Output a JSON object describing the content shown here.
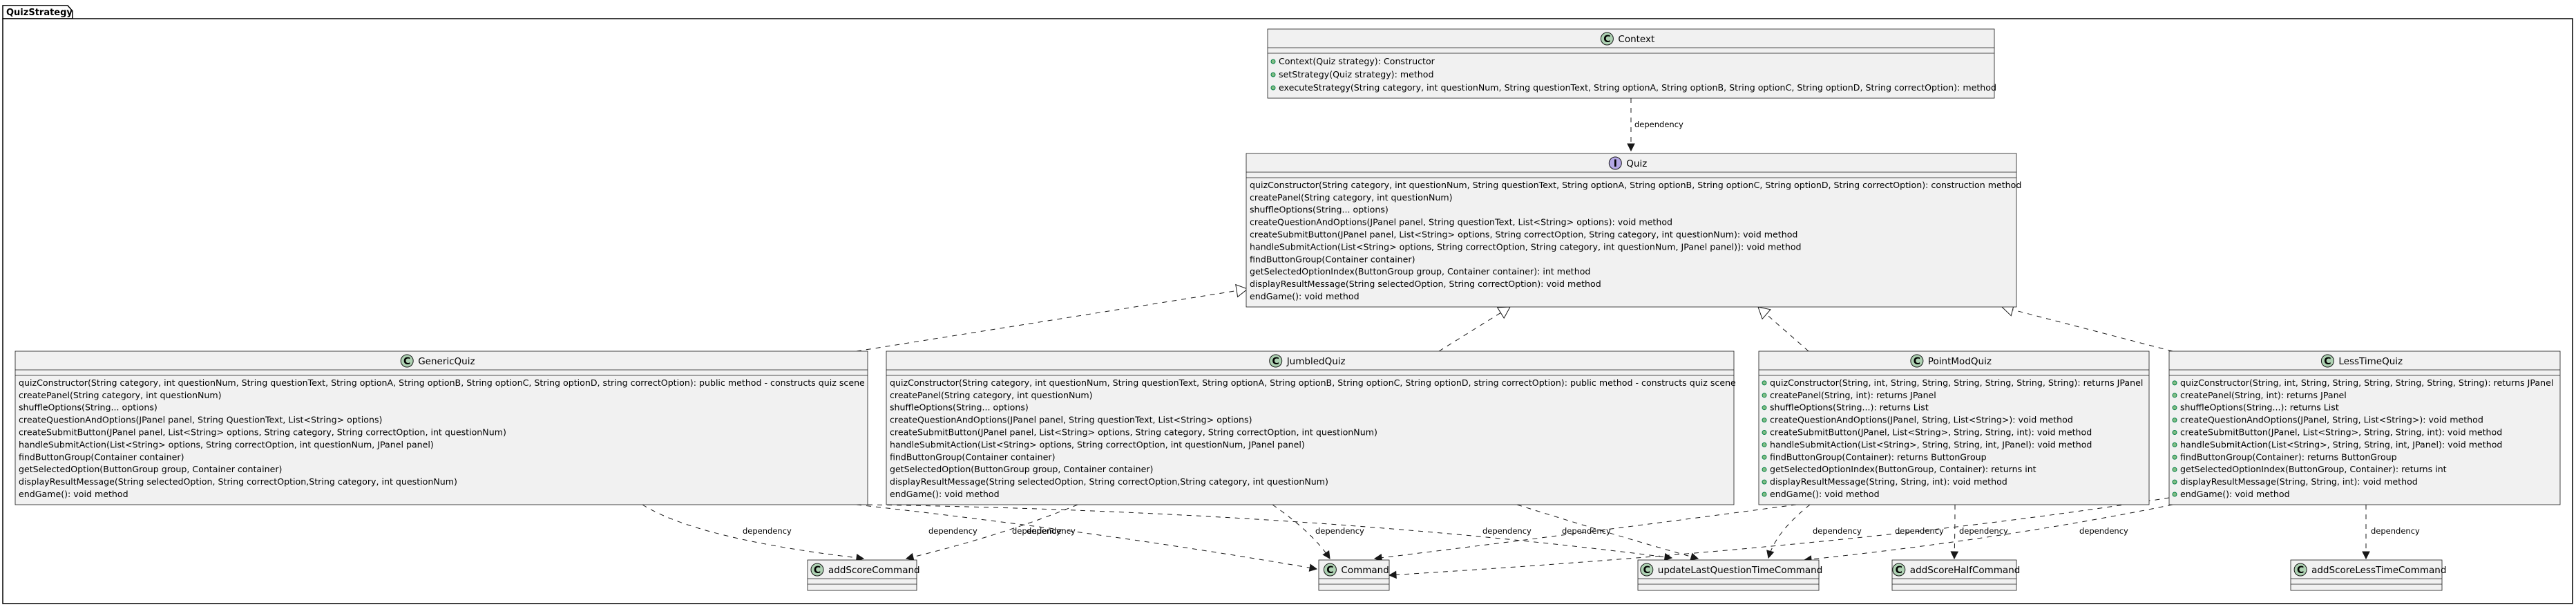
{
  "package": {
    "name": "QuizStrategy"
  },
  "nodes": {
    "context": {
      "kind": "C",
      "name": "Context",
      "members": [
        "Context(Quiz strategy): Constructor",
        "setStrategy(Quiz strategy): method",
        "executeStrategy(String category, int questionNum, String questionText, String optionA, String optionB, String optionC, String optionD, String correctOption): method"
      ],
      "visibility_markers": true
    },
    "quiz": {
      "kind": "I",
      "name": "Quiz",
      "members": [
        "quizConstructor(String category, int questionNum, String questionText, String optionA, String optionB, String optionC, String optionD, String correctOption): construction method",
        "createPanel(String category, int questionNum)",
        "shuffleOptions(String... options)",
        "createQuestionAndOptions(JPanel panel, String questionText, List<String> options): void method",
        "createSubmitButton(JPanel panel, List<String> options, String correctOption, String category, int questionNum): void method",
        "handleSubmitAction(List<String> options, String correctOption, String category, int questionNum, JPanel panel)): void method",
        "findButtonGroup(Container container)",
        "getSelectedOptionIndex(ButtonGroup group, Container container): int method",
        "displayResultMessage(String selectedOption, String correctOption): void method",
        "endGame(): void method"
      ],
      "visibility_markers": false
    },
    "generic": {
      "kind": "C",
      "name": "GenericQuiz",
      "members": [
        "quizConstructor(String category, int questionNum, String questionText, String optionA, String optionB, String optionC, String optionD, string correctOption): public method - constructs quiz scene",
        "createPanel(String category, int questionNum)",
        "shuffleOptions(String... options)",
        "createQuestionAndOptions(JPanel panel, String QuestionText, List<String> options)",
        "createSubmitButton(JPanel panel, List<String> options, String category, String correctOption, int questionNum)",
        "handleSubmitAction(List<String> options, String correctOption, int questionNum, JPanel panel)",
        "findButtonGroup(Container container)",
        "getSelectedOption(ButtonGroup group, Container container)",
        "displayResultMessage(String selectedOption,  String correctOption,String category, int questionNum)",
        "endGame(): void method"
      ],
      "visibility_markers": false
    },
    "jumbled": {
      "kind": "C",
      "name": "JumbledQuiz",
      "members": [
        "quizConstructor(String category, int questionNum, String questionText, String optionA, String optionB, String optionC, String optionD, string correctOption): public method - constructs quiz scene",
        "createPanel(String category, int questionNum)",
        "shuffleOptions(String... options)",
        "createQuestionAndOptions(JPanel panel, String questionText, List<String> options)",
        "createSubmitButton(JPanel panel, List<String> options, String category, String correctOption, int questionNum)",
        "handleSubmitAction(List<String> options, String correctOption, int questionNum, JPanel panel)",
        "findButtonGroup(Container container)",
        "getSelectedOption(ButtonGroup group, Container container)",
        "displayResultMessage(String selectedOption,  String correctOption,String category, int questionNum)",
        "endGame(): void method"
      ],
      "visibility_markers": false
    },
    "pointmod": {
      "kind": "C",
      "name": "PointModQuiz",
      "members": [
        "quizConstructor(String, int, String, String, String, String, String, String): returns JPanel",
        "createPanel(String, int): returns JPanel",
        "shuffleOptions(String...): returns List",
        "createQuestionAndOptions(JPanel, String, List<String>): void method",
        "createSubmitButton(JPanel, List<String>, String, String, int): void method",
        "handleSubmitAction(List<String>, String, String, int, JPanel): void method",
        "findButtonGroup(Container): returns ButtonGroup",
        "getSelectedOptionIndex(ButtonGroup, Container): returns int",
        "displayResultMessage(String, String, int): void method",
        "endGame(): void method"
      ],
      "visibility_markers": true
    },
    "lesstime": {
      "kind": "C",
      "name": "LessTimeQuiz",
      "members": [
        "quizConstructor(String, int, String, String, String, String, String, String): returns JPanel",
        "createPanel(String, int): returns JPanel",
        "shuffleOptions(String...): returns List",
        "createQuestionAndOptions(JPanel, String, List<String>): void method",
        "createSubmitButton(JPanel, List<String>, String, String, int): void method",
        "handleSubmitAction(List<String>, String, String, int, JPanel): void method",
        "findButtonGroup(Container): returns ButtonGroup",
        "getSelectedOptionIndex(ButtonGroup, Container): returns int",
        "displayResultMessage(String, String, int): void method",
        "endGame(): void method"
      ],
      "visibility_markers": true
    },
    "addScore": {
      "kind": "C",
      "name": "addScoreCommand",
      "members": [],
      "visibility_markers": false
    },
    "command": {
      "kind": "C",
      "name": "Command",
      "members": [],
      "visibility_markers": false
    },
    "updateLast": {
      "kind": "C",
      "name": "updateLastQuestionTimeCommand",
      "members": [],
      "visibility_markers": false
    },
    "addHalf": {
      "kind": "C",
      "name": "addScoreHalfCommand",
      "members": [],
      "visibility_markers": false
    },
    "addLess": {
      "kind": "C",
      "name": "addScoreLessTimeCommand",
      "members": [],
      "visibility_markers": false
    }
  },
  "edges": [
    {
      "from": "context",
      "to": "quiz",
      "kind": "dependency",
      "label": "dependency"
    },
    {
      "from": "generic",
      "to": "quiz",
      "kind": "realization",
      "label": ""
    },
    {
      "from": "jumbled",
      "to": "quiz",
      "kind": "realization",
      "label": ""
    },
    {
      "from": "pointmod",
      "to": "quiz",
      "kind": "realization",
      "label": ""
    },
    {
      "from": "lesstime",
      "to": "quiz",
      "kind": "realization",
      "label": ""
    },
    {
      "from": "generic",
      "to": "addScore",
      "kind": "dependency",
      "label": "dependency"
    },
    {
      "from": "generic",
      "to": "command",
      "kind": "dependency",
      "label": "dependency"
    },
    {
      "from": "generic",
      "to": "updateLast",
      "kind": "dependency",
      "label": "dependency"
    },
    {
      "from": "jumbled",
      "to": "addScore",
      "kind": "dependency",
      "label": "dependency"
    },
    {
      "from": "jumbled",
      "to": "command",
      "kind": "dependency",
      "label": "dependency"
    },
    {
      "from": "jumbled",
      "to": "updateLast",
      "kind": "dependency",
      "label": "dependency"
    },
    {
      "from": "pointmod",
      "to": "command",
      "kind": "dependency",
      "label": "dependency"
    },
    {
      "from": "pointmod",
      "to": "updateLast",
      "kind": "dependency",
      "label": "dependency"
    },
    {
      "from": "pointmod",
      "to": "addHalf",
      "kind": "dependency",
      "label": "dependency"
    },
    {
      "from": "lesstime",
      "to": "command",
      "kind": "dependency",
      "label": "dependency"
    },
    {
      "from": "lesstime",
      "to": "updateLast",
      "kind": "dependency",
      "label": "dependency"
    },
    {
      "from": "lesstime",
      "to": "addLess",
      "kind": "dependency",
      "label": "dependency"
    }
  ]
}
